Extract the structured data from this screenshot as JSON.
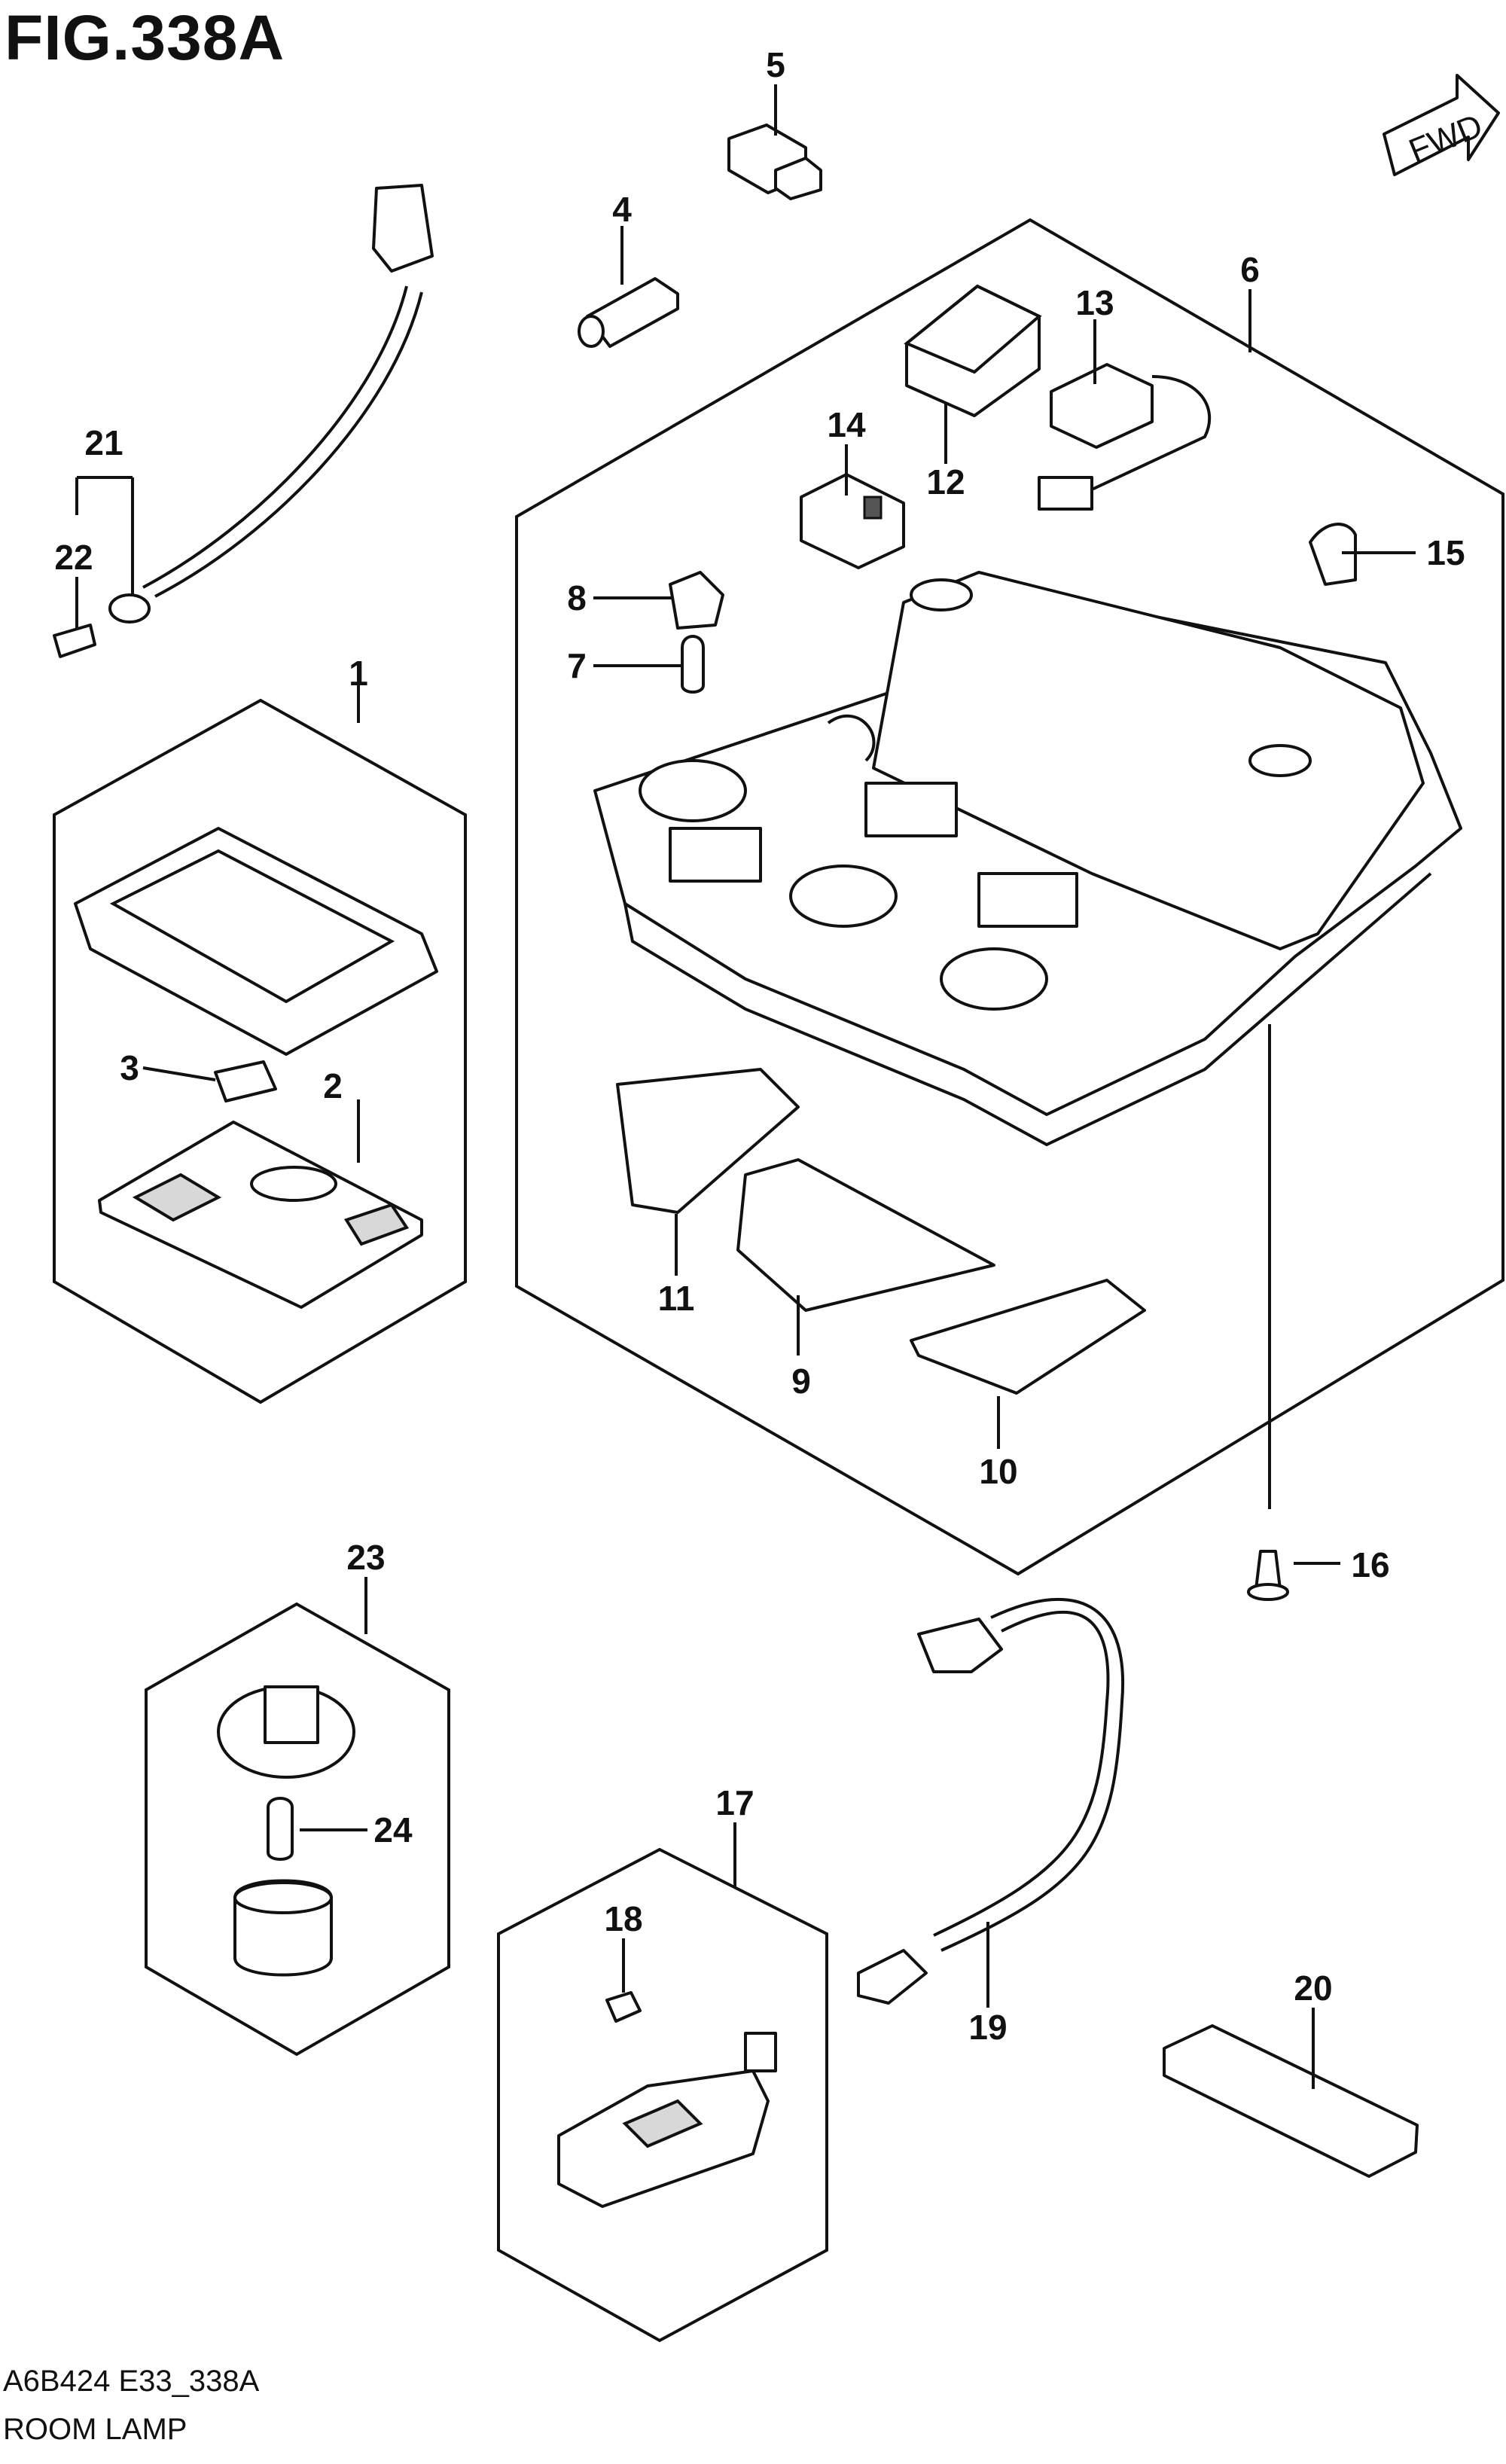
{
  "figure": {
    "title": "FIG.338A"
  },
  "fwd_label": "FWD",
  "footer": {
    "code": "A6B424 E33_338A",
    "name": "ROOM LAMP"
  },
  "callouts": [
    "1",
    "2",
    "3",
    "4",
    "5",
    "6",
    "7",
    "8",
    "9",
    "10",
    "11",
    "12",
    "13",
    "14",
    "15",
    "16",
    "17",
    "18",
    "19",
    "20",
    "21",
    "22",
    "23",
    "24"
  ]
}
